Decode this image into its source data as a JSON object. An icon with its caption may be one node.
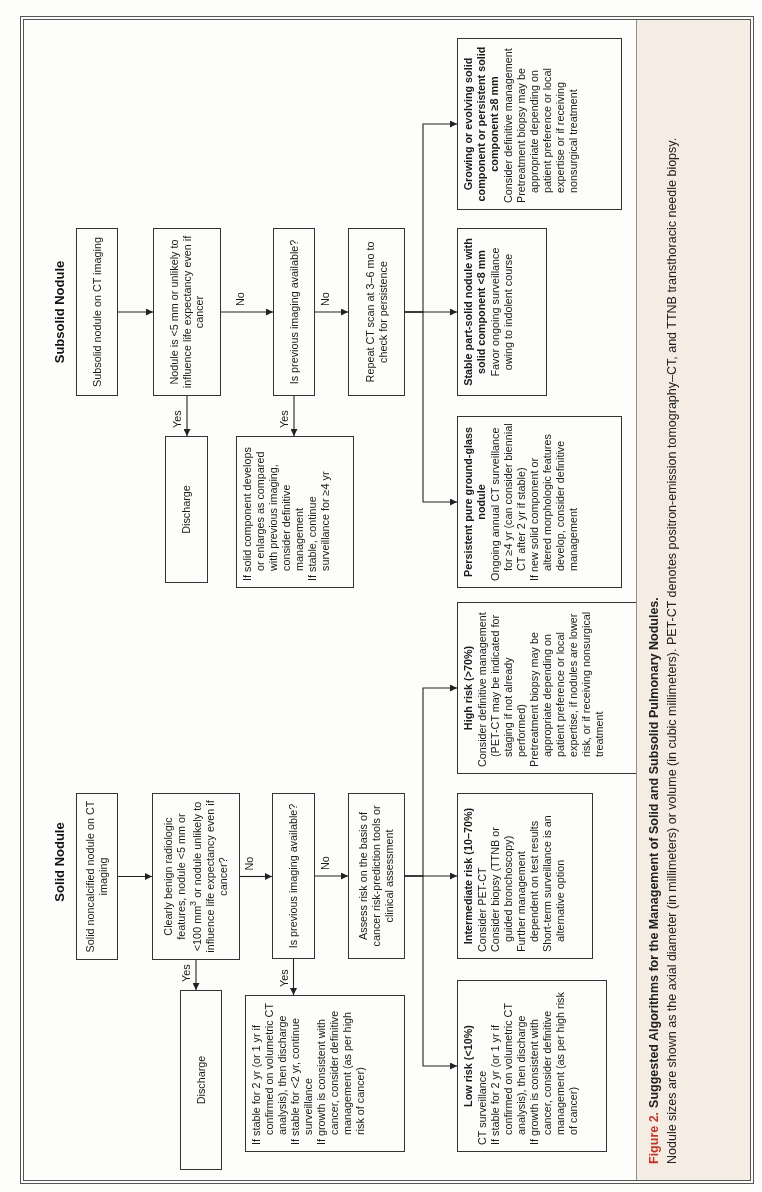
{
  "diagram": {
    "title": "Suggested Algorithms for the Management of Solid and Subsolid Pulmonary Nodules.",
    "caption": "Nodule sizes are shown as the axial diameter (in millimeters) or volume (in cubic millimeters). PET-CT denotes positron-emission tomography–CT, and TTNB transthoracic needle biopsy.",
    "nodes": [
      {
        "text": [
          "Solid noncalcified nodule on CT imaging"
        ]
      },
      {
        "text": [
          "Clearly benign radiologic features, nodule <5 mm or <100 mm$^{3}$ or nodule unlikely to influence life expectancy even if cancer?"
        ]
      },
      {
        "text": [
          "Discharge"
        ]
      },
      {
        "text": [
          "Is previous imaging available?"
        ]
      },
      {
        "text": [
          "If stable for 2 yr (or 1 yr if confirmed on volumetric CT analysis), then discharge",
          "If stable for <2 yr, continue surveillance",
          "If growth is consistent with cancer, consider definitive management (as per high risk of cancer)"
        ]
      },
      {
        "text": [
          "Assess risk on the basis of cancer risk-prediction tools or clinical assessment"
        ]
      },
      {
        "text": [
          "Low risk (<10%)",
          "CT surveillance",
          "If stable for 2 yr (or 1 yr if confirmed on volumetric CT analysis), then discharge",
          "If growth is consistent with cancer, consider definitive management (as per high risk of cancer)"
        ]
      },
      {
        "text": [
          "Intermediate risk (10–70%)",
          "Consider PET-CT",
          "Consider biopsy (TTNB or guided bronchoscopy)",
          "Further management dependent on test results",
          "Short-term surveillance is an alternative option"
        ]
      },
      {
        "text": [
          "High risk (>70%)",
          "Consider definitive management (PET-CT may be indicated for staging if not already performed)",
          "Pretreatment biopsy may be appropriate depending on patient preference or local expertise, if nodules are lower risk, or if receiving nonsurgical treatment"
        ]
      },
      {
        "text": [
          "Subsolid nodule on CT imaging"
        ]
      },
      {
        "text": [
          "Nodule is <5 mm or unlikely to influence life expectancy even if cancer"
        ]
      },
      {
        "text": [
          "Discharge"
        ]
      },
      {
        "text": [
          "Is previous imaging available?"
        ]
      },
      {
        "text": [
          "If solid component develops or enlarges as compared with previous imaging, consider definitive management",
          "If stable, continue surveillance for ≥4 yr"
        ]
      },
      {
        "text": [
          "Repeat CT scan at 3–6 mo to check for persistence"
        ]
      },
      {
        "text": [
          "Persistent pure ground-glass nodule",
          "Ongoing annual CT surveillance for ≥4 yr (can consider biennial CT after 2 yr if stable)",
          "If new solid component or altered morphologic features develop, consider definitive management"
        ]
      },
      {
        "text": [
          "Stable part-solid nodule with solid component <8 mm",
          "Favor ongoing surveillance owing to indolent course"
        ]
      },
      {
        "text": [
          "Growing or evolving solid component or persistent solid component ≥8 mm",
          "Consider definitive management",
          "Pretreatment biopsy may be appropriate depending on patient preference or local expertise or if receiving nonsurgical treatment"
        ]
      }
    ],
    "edges": [
      {
        "from": 0,
        "to": 1,
        "arrow": "to"
      },
      {
        "from": 1,
        "to": 2,
        "arrow": "to",
        "label": "Yes"
      },
      {
        "from": 1,
        "to": 3,
        "arrow": "to",
        "label": "No"
      },
      {
        "from": 3,
        "to": 4,
        "arrow": "to",
        "label": "Yes"
      },
      {
        "from": 3,
        "to": 5,
        "arrow": "to",
        "label": "No"
      },
      {
        "from": 5,
        "to": 6,
        "arrow": "to"
      },
      {
        "from": 5,
        "to": 7,
        "arrow": "to"
      },
      {
        "from": 5,
        "to": 8,
        "arrow": "to"
      },
      {
        "from": 9,
        "to": 10,
        "arrow": "to"
      },
      {
        "from": 10,
        "to": 11,
        "arrow": "to",
        "label": "Yes"
      },
      {
        "from": 10,
        "to": 12,
        "arrow": "to",
        "label": "No"
      },
      {
        "from": 12,
        "to": 13,
        "arrow": "to",
        "label": "Yes"
      },
      {
        "from": 12,
        "to": 14,
        "arrow": "to",
        "label": "No"
      },
      {
        "from": 14,
        "to": 15,
        "arrow": "to"
      },
      {
        "from": 14,
        "to": 16,
        "arrow": "to"
      },
      {
        "from": 14,
        "to": 17,
        "arrow": "to"
      }
    ],
    "labels": [
      "Solid Nodule",
      "Subsolid Nodule",
      "Figure 2."
    ]
  }
}
